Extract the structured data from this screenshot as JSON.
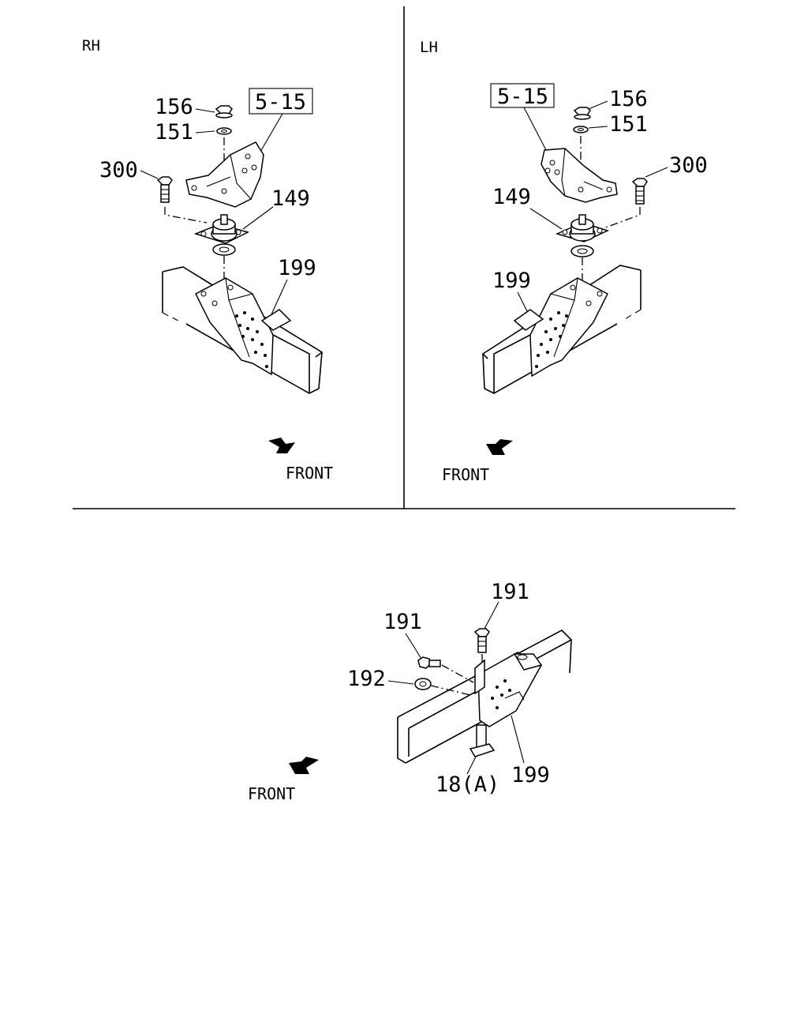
{
  "panels": {
    "rh": {
      "side_label": "RH",
      "ref_box": "5-15",
      "callouts": {
        "nut": "156",
        "washer": "151",
        "bolt": "300",
        "mount": "149",
        "bracket": "199"
      },
      "front_label": "FRONT"
    },
    "lh": {
      "side_label": "LH",
      "ref_box": "5-15",
      "callouts": {
        "nut": "156",
        "washer": "151",
        "bolt": "300",
        "mount": "149",
        "bracket": "199"
      },
      "front_label": "FRONT"
    },
    "bottom": {
      "callouts": {
        "bolt_top": "191",
        "bolt_side": "191",
        "nut": "192",
        "stud": "18(A)",
        "bracket": "199"
      },
      "front_label": "FRONT"
    }
  },
  "colors": {
    "line": "#000000",
    "background": "#ffffff"
  }
}
